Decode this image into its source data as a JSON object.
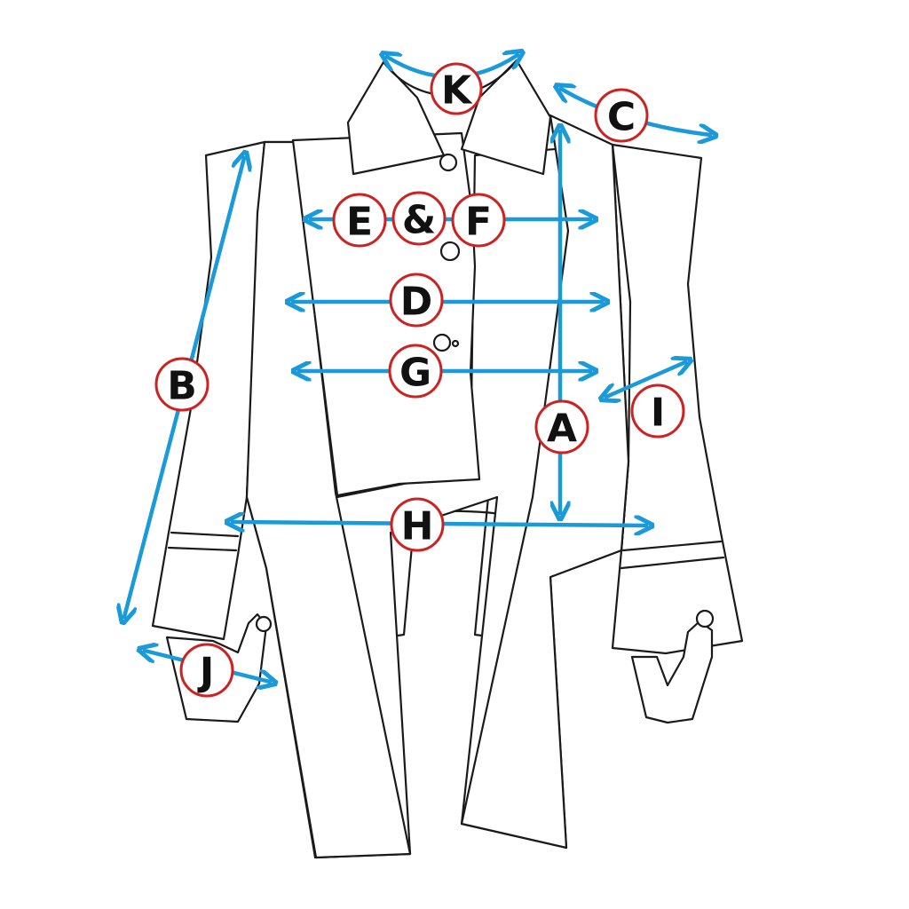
{
  "colors": {
    "arrow": "#1a9ad9",
    "badge_border": "#cc2222",
    "line_art": "#1a1a1a"
  },
  "labels": {
    "A": "A",
    "B": "B",
    "C": "C",
    "D": "D",
    "E": "E",
    "amp": "&",
    "F": "F",
    "G": "G",
    "H": "H",
    "I": "I",
    "J": "J",
    "K": "K"
  }
}
